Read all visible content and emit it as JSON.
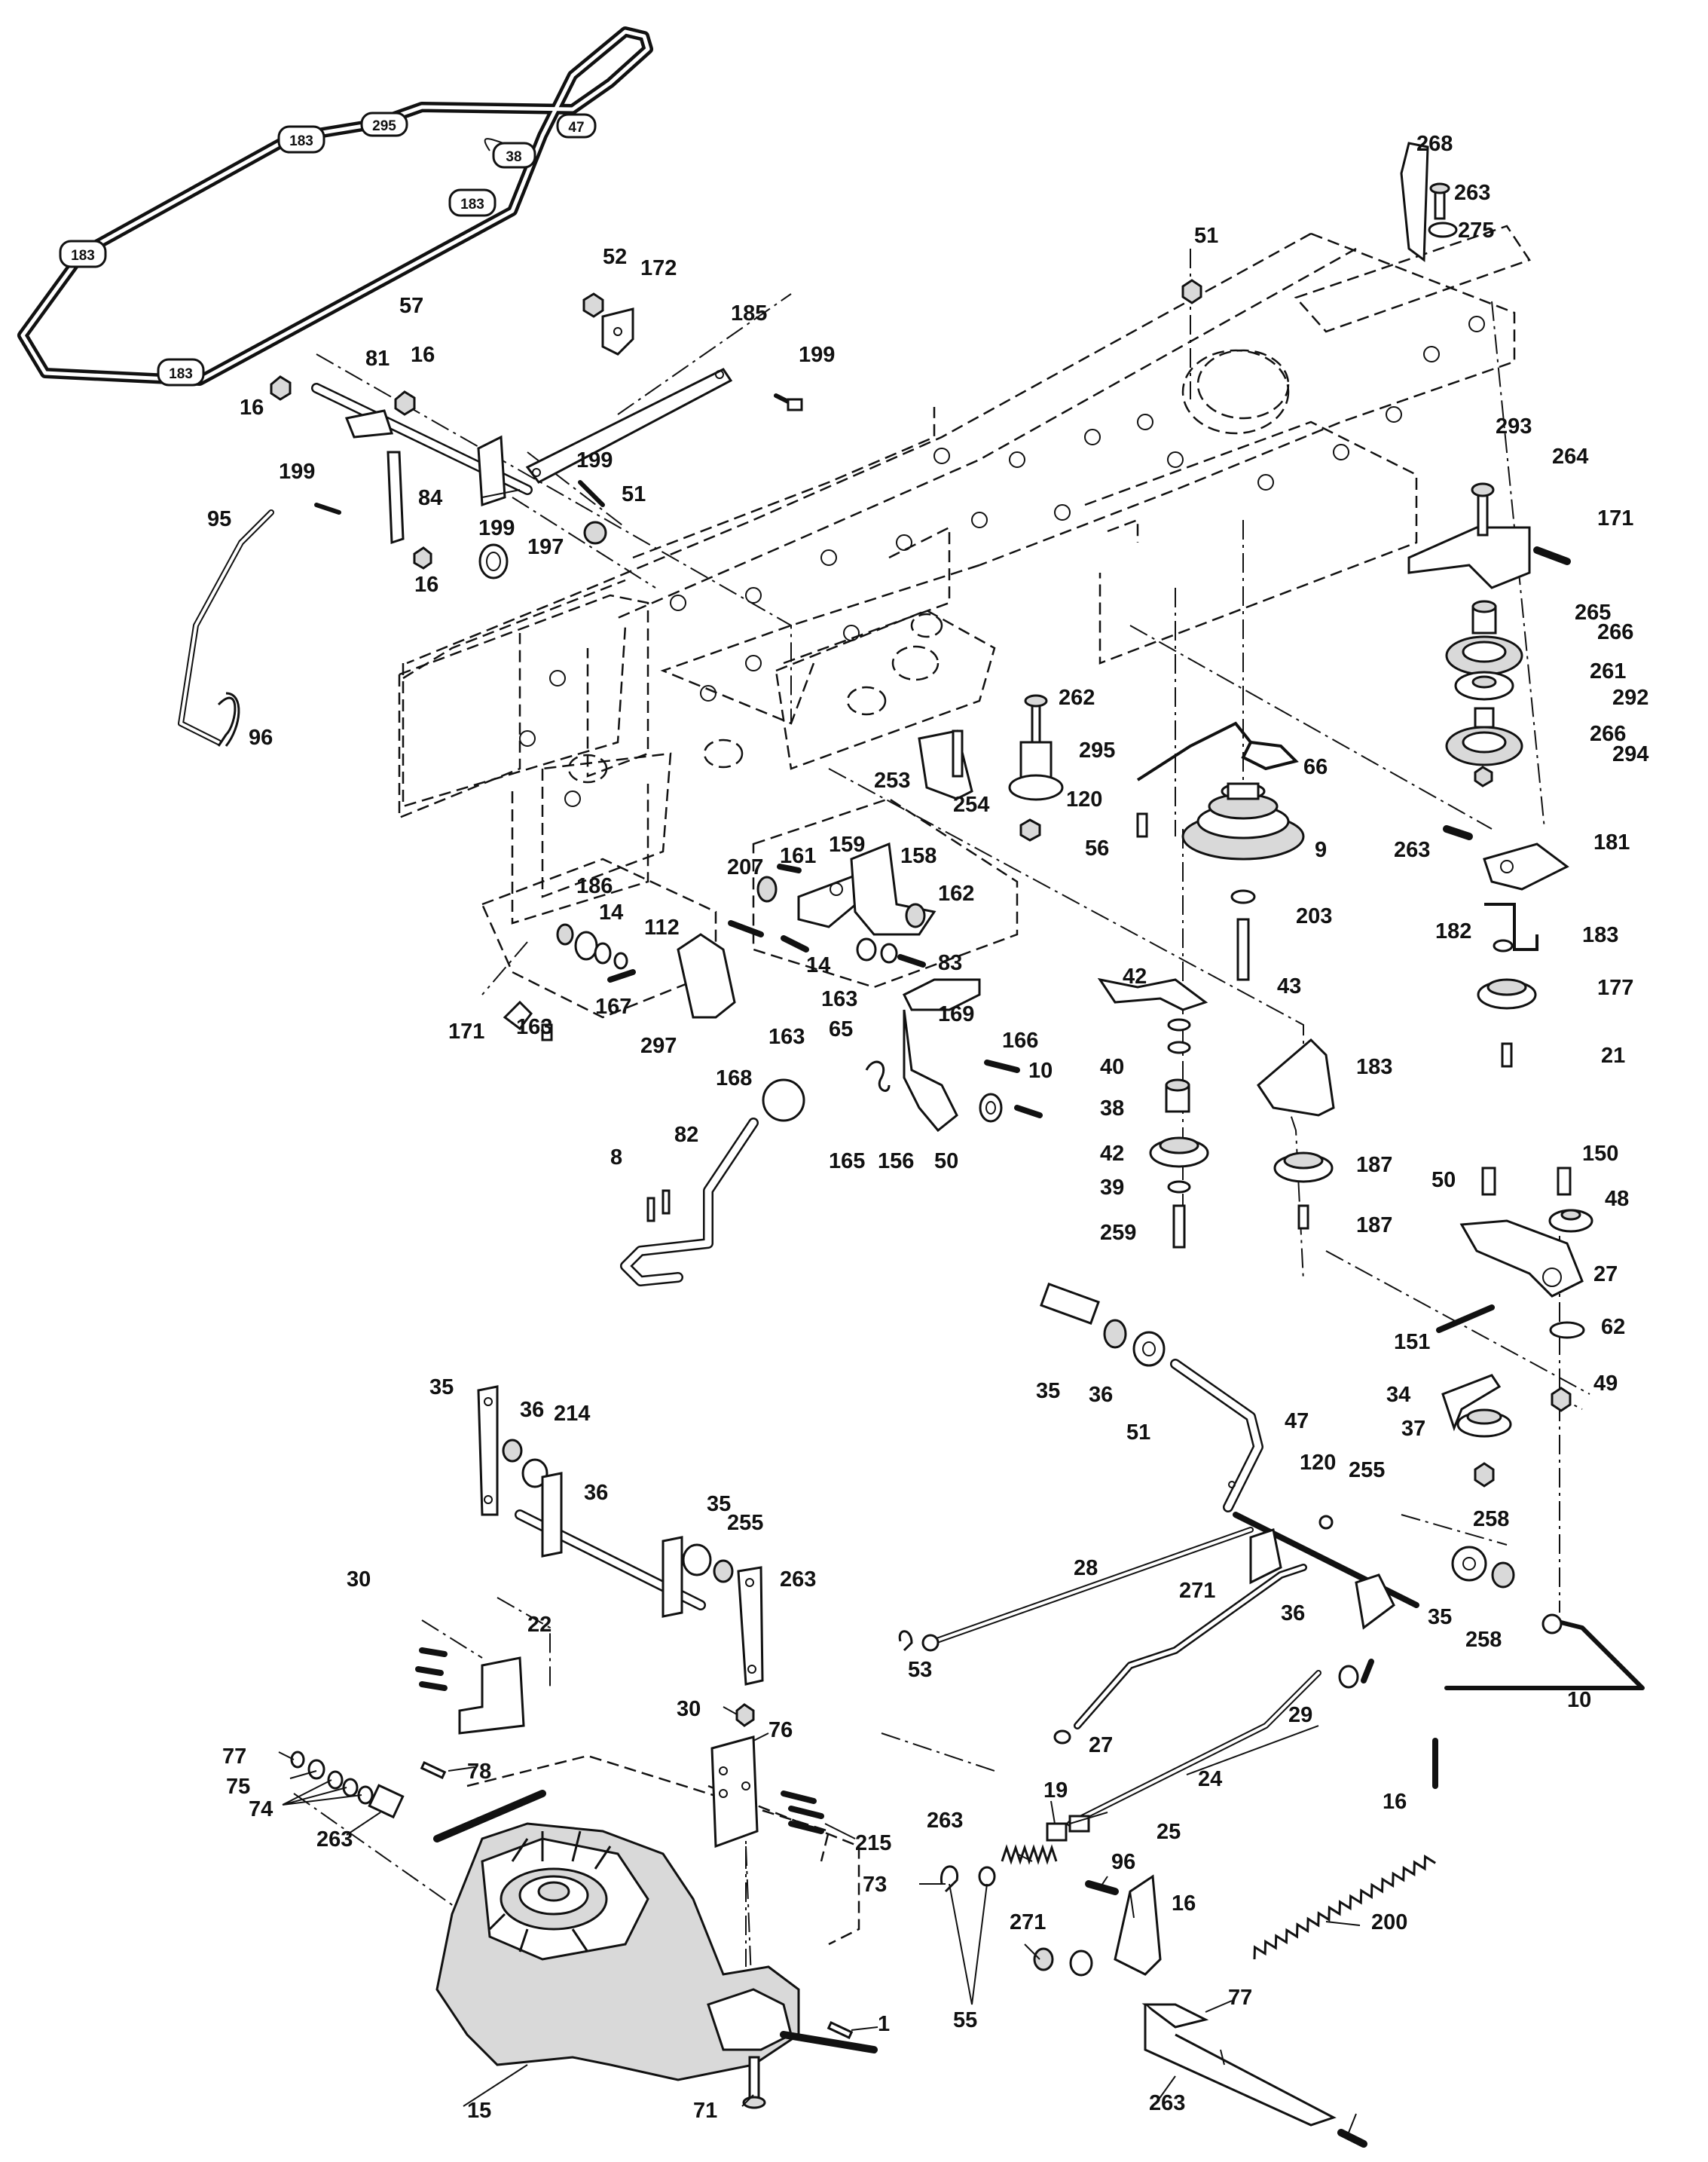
{
  "diagram": {
    "belt_labels": [
      "295",
      "47",
      "183",
      "38",
      "183",
      "183",
      "183"
    ],
    "callouts": [
      "57",
      "52",
      "172",
      "185",
      "199",
      "16",
      "81",
      "16",
      "199",
      "84",
      "199",
      "51",
      "199",
      "197",
      "16",
      "95",
      "96",
      "51",
      "268",
      "263",
      "275",
      "293",
      "264",
      "171",
      "265",
      "266",
      "261",
      "292",
      "266",
      "294",
      "262",
      "295",
      "120",
      "66",
      "56",
      "9",
      "263",
      "181",
      "253",
      "254",
      "161",
      "159",
      "158",
      "207",
      "162",
      "186",
      "14",
      "112",
      "14",
      "163",
      "83",
      "169",
      "171",
      "163",
      "167",
      "297",
      "163",
      "65",
      "203",
      "43",
      "182",
      "183",
      "177",
      "42",
      "40",
      "38",
      "42",
      "39",
      "259",
      "183",
      "187",
      "187",
      "21",
      "168",
      "166",
      "10",
      "8",
      "82",
      "165",
      "156",
      "50",
      "50",
      "150",
      "48",
      "27",
      "151",
      "62",
      "35",
      "36",
      "51",
      "49",
      "34",
      "47",
      "37",
      "120",
      "258",
      "255",
      "35",
      "36",
      "214",
      "36",
      "35",
      "255",
      "263",
      "30",
      "22",
      "28",
      "271",
      "36",
      "35",
      "258",
      "53",
      "10",
      "29",
      "27",
      "16",
      "30",
      "76",
      "77",
      "78",
      "75",
      "74",
      "263",
      "215",
      "24",
      "19",
      "25",
      "263",
      "96",
      "73",
      "16",
      "271",
      "55",
      "200",
      "77",
      "1",
      "15",
      "71",
      "263"
    ]
  }
}
